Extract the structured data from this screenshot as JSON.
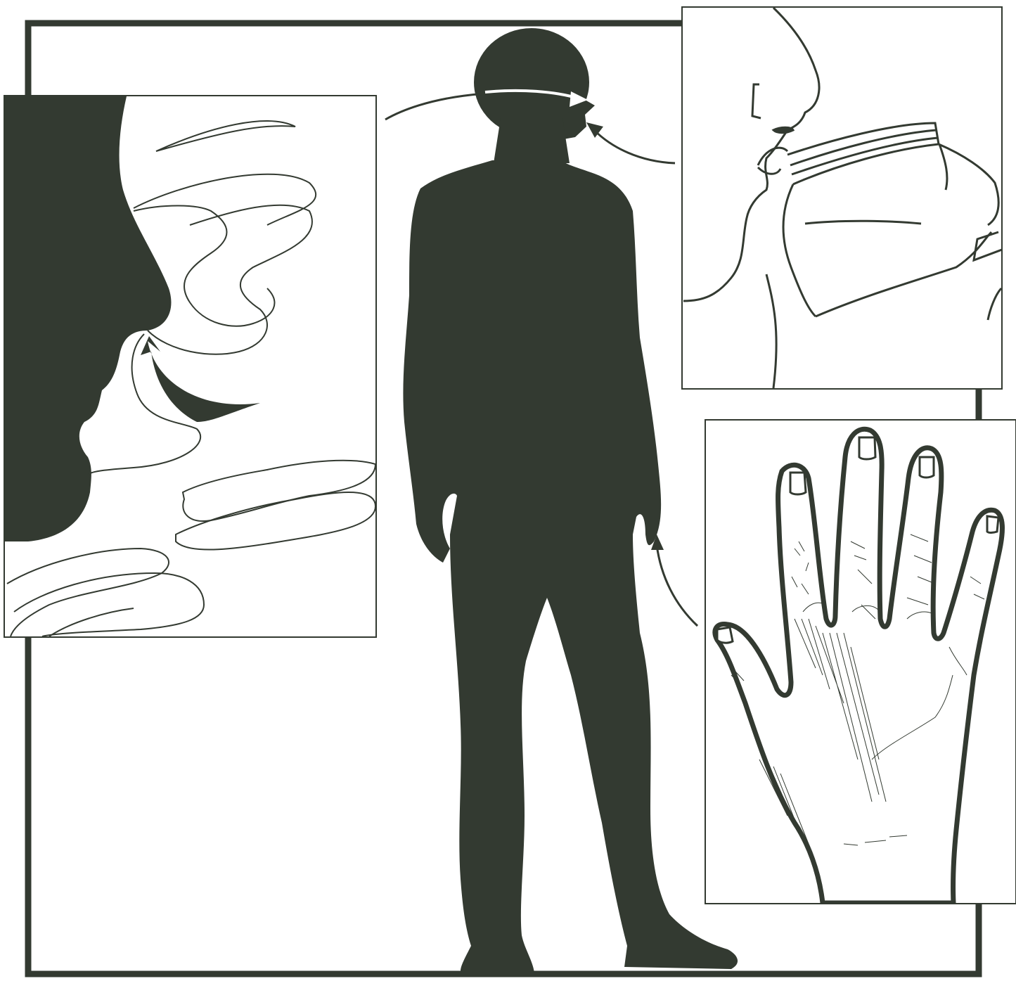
{
  "figure": {
    "ink_color": "#333a31",
    "panel_fill": "#ffffff",
    "page_fill": "#ffffff",
    "panels": [
      {
        "id": "inhalation",
        "depicts": "face-profile-with-fumes-icon"
      },
      {
        "id": "ingestion",
        "depicts": "mouth-drinking-from-jar-icon"
      },
      {
        "id": "skin-absorption",
        "depicts": "hand-palm-icon"
      }
    ],
    "central_figure": "human-silhouette-icon",
    "arrows": [
      "arrow-from-inhalation-panel",
      "arrow-from-ingestion-panel",
      "arrow-from-skin-panel"
    ]
  }
}
